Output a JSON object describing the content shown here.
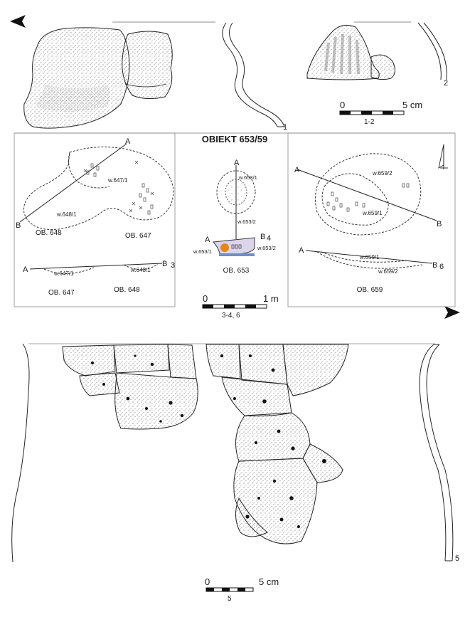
{
  "title": "OBIEKT 653/59",
  "panel_top": {
    "item_numbers": [
      "1",
      "2"
    ],
    "scale": {
      "start": "0",
      "end": "5 cm",
      "caption": "1-2"
    }
  },
  "panel_left": {
    "layer_labels": [
      "w.647/1",
      "w.648/1"
    ],
    "feature_labels": [
      "OB. 648",
      "OB. 647"
    ],
    "section_labels": {
      "a": "A",
      "b": "B"
    },
    "section_layers": [
      "w.647/1",
      "w.648/1"
    ],
    "section_number": "3",
    "section_captions": [
      "OB. 647",
      "OB. 648"
    ]
  },
  "panel_center": {
    "layer_labels": [
      "w.653/1",
      "w.653/2"
    ],
    "section_labels": {
      "a": "A",
      "b": "B"
    },
    "section_number": "4",
    "section_layers": [
      "w.653/1",
      "w.653/2"
    ],
    "caption": "OB. 653",
    "scale": {
      "start": "0",
      "end": "1 m",
      "caption": "3-4, 6"
    },
    "fill_colors": {
      "orange": "#e8861c",
      "blue": "#6f8fc4",
      "lilac": "#dcd4ea"
    }
  },
  "panel_right": {
    "layer_labels": [
      "w.659/2",
      "w.659/1"
    ],
    "section_labels": {
      "a": "A",
      "b": "B"
    },
    "section_layers": [
      "w.659/1",
      "w.659/2"
    ],
    "section_number": "6",
    "caption": "OB. 659"
  },
  "panel_bottom": {
    "item_number": "5",
    "scale": {
      "start": "0",
      "end": "5 cm",
      "caption": "5"
    }
  },
  "icons": [
    "arrow-left-icon",
    "arrow-right-icon",
    "north-arrow-icon"
  ]
}
